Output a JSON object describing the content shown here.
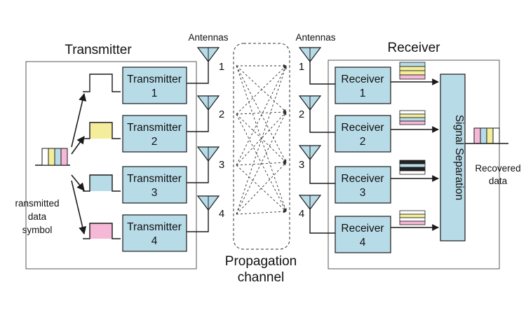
{
  "transmitter_title": "Transmitter",
  "receiver_title": "Receiver",
  "antennas_label_left": "Antennas",
  "antennas_label_right": "Antennas",
  "propagation_line1": "Propagation",
  "propagation_line2": "channel",
  "transmitted_symbol_lines": [
    "ransmitted",
    "data",
    "symbol"
  ],
  "recovered_lines": [
    "Recovered",
    "data"
  ],
  "signal_separation": "Signal Separation",
  "transmitters": [
    {
      "line1": "Transmitter",
      "line2": "1",
      "antenna": "1"
    },
    {
      "line1": "Transmitter",
      "line2": "2",
      "antenna": "2"
    },
    {
      "line1": "Transmitter",
      "line2": "3",
      "antenna": "3"
    },
    {
      "line1": "Transmitter",
      "line2": "4",
      "antenna": "4"
    }
  ],
  "receivers": [
    {
      "line1": "Receiver",
      "line2": "1",
      "antenna": "1"
    },
    {
      "line1": "Receiver",
      "line2": "2",
      "antenna": "2"
    },
    {
      "line1": "Receiver",
      "line2": "3",
      "antenna": "3"
    },
    {
      "line1": "Receiver",
      "line2": "4",
      "antenna": "4"
    }
  ],
  "colors": {
    "block_fill": "#b8dbe8",
    "antenna_fill": "#b8dbe8",
    "stroke": "#1a1a1a",
    "symbol_yellow": "#f4ee9c",
    "symbol_blue": "#b8dbe8",
    "symbol_pink": "#f5b8d6",
    "symbol_white": "#ffffff",
    "dark_stripe": "#222222"
  }
}
